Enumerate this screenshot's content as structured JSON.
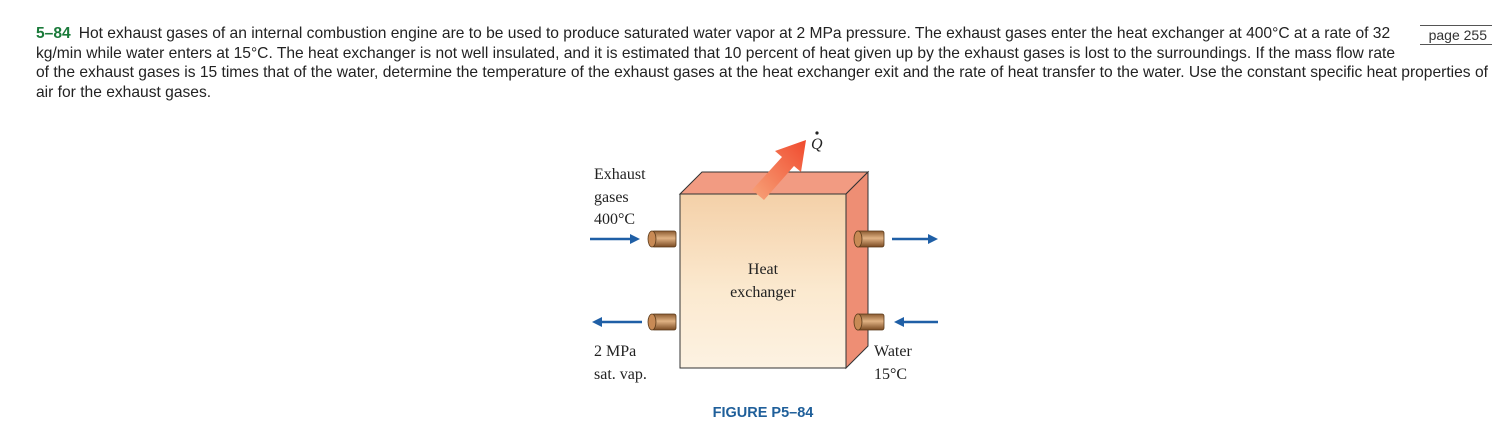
{
  "problem": {
    "number": "5–84",
    "text": "Hot exhaust gases of an internal combustion engine are to be used to produce saturated water vapor at 2 MPa pressure. The exhaust gases enter the heat exchanger at 400°C at a rate of 32 kg/min while water enters at 15°C. The heat exchanger is not well insulated, and it is estimated that 10 percent of heat given up by the exhaust gases is lost to the surroundings. If the mass flow rate of the exhaust gases is 15 times that of the water, determine the temperature of the exhaust gases at the heat exchanger exit and the rate of heat transfer to the water. Use the constant specific heat properties of air for the exhaust gases.",
    "page_ref": "page 255"
  },
  "figure": {
    "q_symbol": "Q",
    "exhaust_line1": "Exhaust",
    "exhaust_line2": "gases",
    "exhaust_temp": "400°C",
    "hx_line1": "Heat",
    "hx_line2": "exchanger",
    "steam_line1": "2 MPa",
    "steam_line2": "sat. vap.",
    "water_line1": "Water",
    "water_temp": "15°C",
    "caption": "FIGURE P5–84",
    "colors": {
      "box_front": "#fbe9cf",
      "box_top": "#f29b82",
      "box_side": "#ee8e74",
      "arrow": "#1f5fa6",
      "heat_arrow": "#f26a4a",
      "pipe": "#c88a55"
    }
  }
}
